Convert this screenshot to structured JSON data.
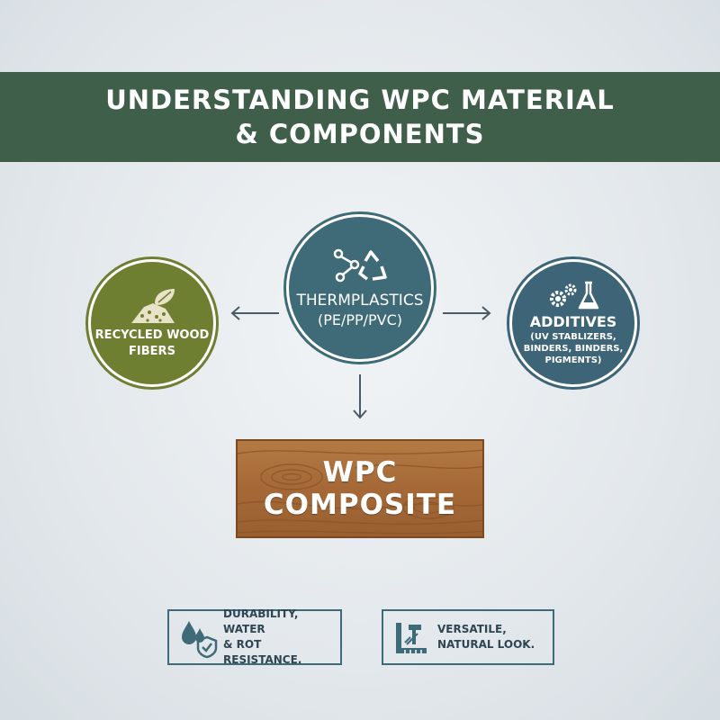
{
  "title": {
    "line1": "UNDERSTANDING WPC MATERIAL",
    "line2": "& COMPONENTS"
  },
  "components": {
    "wood": {
      "label_line1": "RECYCLED WOOD",
      "label_line2": "FIBERS",
      "color": "#6f7f32",
      "icon": "leaf-sawdust-icon"
    },
    "thermoplastics": {
      "label_line1": "THERMPLASTICS",
      "label_line2": "(PE/PP/PVC)",
      "color": "#3f6a78",
      "icon": "recycle-molecule-icon"
    },
    "additives": {
      "label_line1": "ADDITIVES",
      "detail_line1": "(UV STABLIZERS,",
      "detail_line2": "BINDERS, BINDERS,",
      "detail_line3": "PIGMENTS)",
      "color": "#3d6577",
      "icon": "gears-flask-icon"
    }
  },
  "result": {
    "line1": "WPC",
    "line2": "COMPOSITE",
    "color": "#a56a37"
  },
  "benefits": [
    {
      "line1": "DURABILITY, WATER",
      "line2": "& ROT RESISTANCE.",
      "icon": "water-drop-shield-icon"
    },
    {
      "line1": "VERSATILE,",
      "line2": "NATURAL LOOK.",
      "icon": "ruler-hammer-icon"
    }
  ],
  "colors": {
    "banner": "#3f5f4a",
    "arrow": "#4a5a66",
    "border": "#3f6a78"
  }
}
